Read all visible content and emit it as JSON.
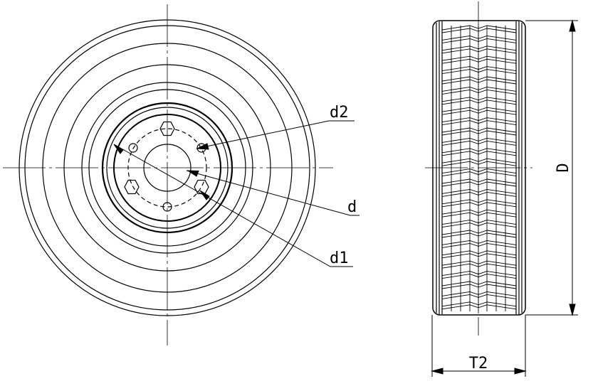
{
  "labels": {
    "d2": "d2",
    "d": "d",
    "d1": "d1",
    "D": "D",
    "T2": "T2"
  },
  "colors": {
    "ink": "#000000",
    "background": "#ffffff"
  }
}
